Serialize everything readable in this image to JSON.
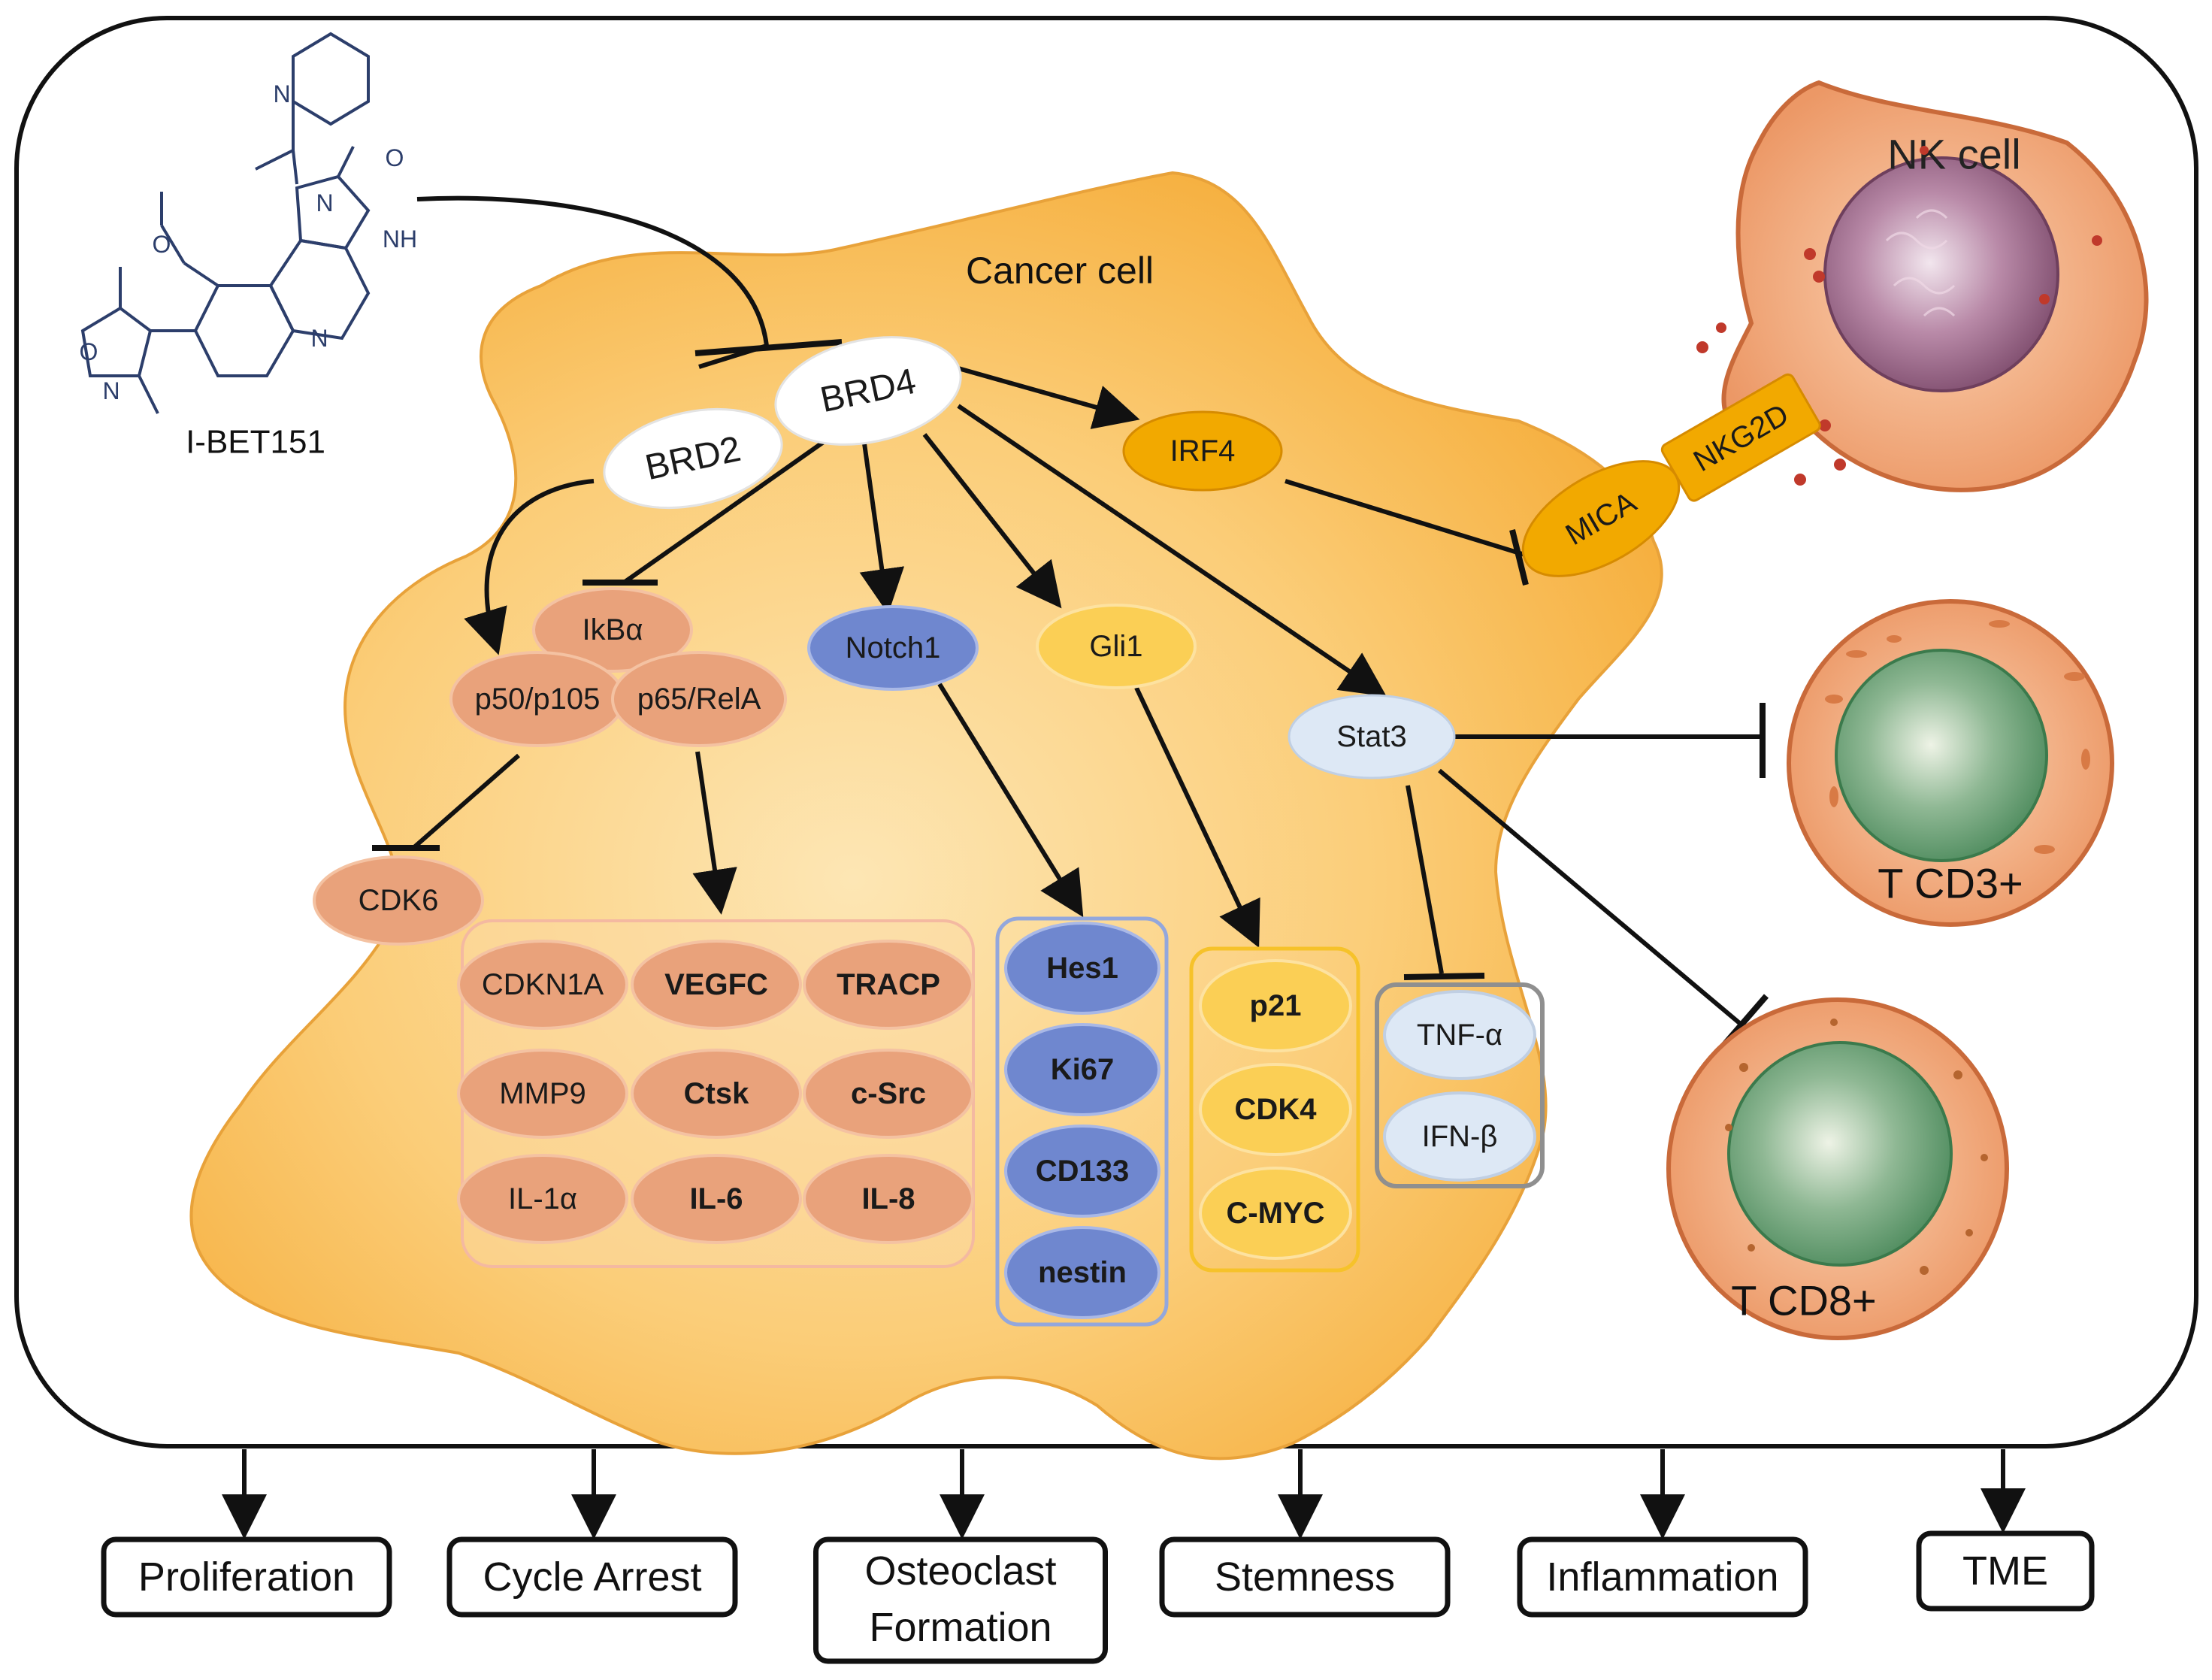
{
  "drug": {
    "name": "I-BET151",
    "atoms": {
      "o_methoxy": "O",
      "n1": "N",
      "o_carbonyl": "O",
      "nh": "NH",
      "n_quin": "N",
      "n_pyr": "N",
      "o_isox": "O",
      "n_isox": "N"
    }
  },
  "labels": {
    "cancer_cell": "Cancer cell",
    "nk_cell": "NK cell",
    "t_cd3": "T CD3+",
    "t_cd8": "T CD8+"
  },
  "nodes": {
    "brd4": "BRD4",
    "brd2": "BRD2",
    "irf4": "IRF4",
    "mica": "MICA",
    "nkg2d": "NKG2D",
    "ikba": "IkBα",
    "p50": "p50/p105",
    "p65": "p65/RelA",
    "notch1": "Notch1",
    "gli1": "Gli1",
    "stat3": "Stat3",
    "cdk6": "CDK6"
  },
  "groups": {
    "nfkb_targets": [
      "CDKN1A",
      "VEGFC",
      "TRACP",
      "MMP9",
      "Ctsk",
      "c-Src",
      "IL-1α",
      "IL-6",
      "IL-8"
    ],
    "notch_targets": [
      "Hes1",
      "Ki67",
      "CD133",
      "nestin"
    ],
    "gli_targets": [
      "p21",
      "CDK4",
      "C-MYC"
    ],
    "stat3_targets": [
      "TNF-α",
      "IFN-β"
    ]
  },
  "outcomes": [
    {
      "label": "Proliferation"
    },
    {
      "label": "Cycle Arrest"
    },
    {
      "label": "Osteoclast\nFormation",
      "lines": [
        "Osteoclast",
        "Formation"
      ]
    },
    {
      "label": "Stemness"
    },
    {
      "label": "Inflammation"
    },
    {
      "label": "TME"
    }
  ],
  "colors": {
    "cell_body": "#f7b547",
    "cell_center": "#fde1a6",
    "salmon": "#e8a07a",
    "blue": "#6f87cf",
    "yellow": "#fbcf55",
    "light_blue": "#dde8f5",
    "orange_node": "#f2a900",
    "immune_outer": "#f0a87c",
    "nucleus_purple": "#9c6b8e",
    "nucleus_green": "#5e9a6e",
    "dots": "#c0392b"
  }
}
